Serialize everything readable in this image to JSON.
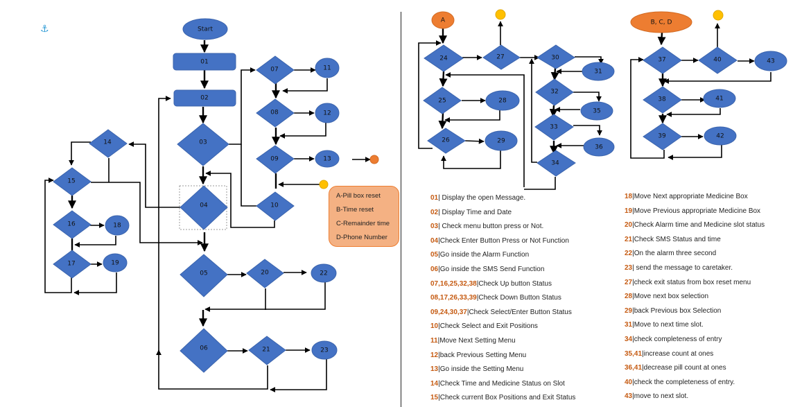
{
  "colors": {
    "node_fill": "#4472C4",
    "terminal_orange": "#ED7D31",
    "terminal_yellow": "#FFC000",
    "legend_fill": "#F4B183",
    "id_text": "#C55A11"
  },
  "anchor_icon": "anchor-icon",
  "flowchart_main": {
    "start": "Start",
    "nodes": [
      "01",
      "02",
      "03",
      "04",
      "05",
      "06",
      "07",
      "08",
      "09",
      "10",
      "11",
      "12",
      "13",
      "14",
      "15",
      "16",
      "17",
      "18",
      "19",
      "20",
      "21",
      "22",
      "23"
    ]
  },
  "flowchart_a": {
    "entry": "A",
    "nodes": [
      "24",
      "25",
      "26",
      "27",
      "28",
      "29",
      "30",
      "31",
      "32",
      "33",
      "34",
      "35",
      "36"
    ]
  },
  "flowchart_bcd": {
    "entry": "B, C, D",
    "nodes": [
      "37",
      "38",
      "39",
      "40",
      "41",
      "42",
      "43"
    ]
  },
  "legend": {
    "items": [
      "A-Pill box reset",
      "B-Time reset",
      "C-Remainder time",
      "D-Phone Number"
    ]
  },
  "descriptions_left": [
    {
      "id": "01",
      "text": " Display the open Message."
    },
    {
      "id": "02",
      "text": " Display Time and Date"
    },
    {
      "id": "03",
      "text": " Check menu button press or Not."
    },
    {
      "id": "04",
      "text": "Check Enter Button Press or Not Function"
    },
    {
      "id": "05",
      "text": "Go inside the Alarm Function"
    },
    {
      "id": "06",
      "text": "Go inside the SMS Send Function"
    },
    {
      "id": "07,16,25,32,38",
      "text": "Check Up button Status"
    },
    {
      "id": "08,17,26,33,39",
      "text": "Check Down Button Status"
    },
    {
      "id": "09,24,30,37",
      "text": "Check Select/Enter Button Status"
    },
    {
      "id": "10",
      "text": "Check Select and Exit Positions"
    },
    {
      "id": "11",
      "text": "Move Next Setting Menu"
    },
    {
      "id": "12",
      "text": "back Previous Setting Menu"
    },
    {
      "id": "13",
      "text": "Go inside the Setting Menu"
    },
    {
      "id": "14",
      "text": "Check Time and Medicine Status on Slot"
    },
    {
      "id": "15",
      "text": "Check current Box Positions and Exit Status"
    }
  ],
  "descriptions_right": [
    {
      "id": "18",
      "text": "Move Next appropriate Medicine Box"
    },
    {
      "id": "19",
      "text": "Move Previous appropriate Medicine Box"
    },
    {
      "id": "20",
      "text": "Check Alarm time and Medicine slot status"
    },
    {
      "id": "21",
      "text": "Check SMS Status and time"
    },
    {
      "id": "22",
      "text": "On the alarm three second"
    },
    {
      "id": "23",
      "text": " send the message to caretaker."
    },
    {
      "id": "27",
      "text": "check exit status from box reset menu"
    },
    {
      "id": "28",
      "text": "Move next box selection"
    },
    {
      "id": "29",
      "text": "back Previous box Selection"
    },
    {
      "id": "31",
      "text": "Move to next time slot."
    },
    {
      "id": "34",
      "text": "check completeness of entry"
    },
    {
      "id": "35,41",
      "text": "increase count at ones"
    },
    {
      "id": "36,41",
      "text": "decrease pill count at ones"
    },
    {
      "id": "40",
      "text": "check the completeness of entry."
    },
    {
      "id": "43",
      "text": "move to next slot."
    }
  ]
}
